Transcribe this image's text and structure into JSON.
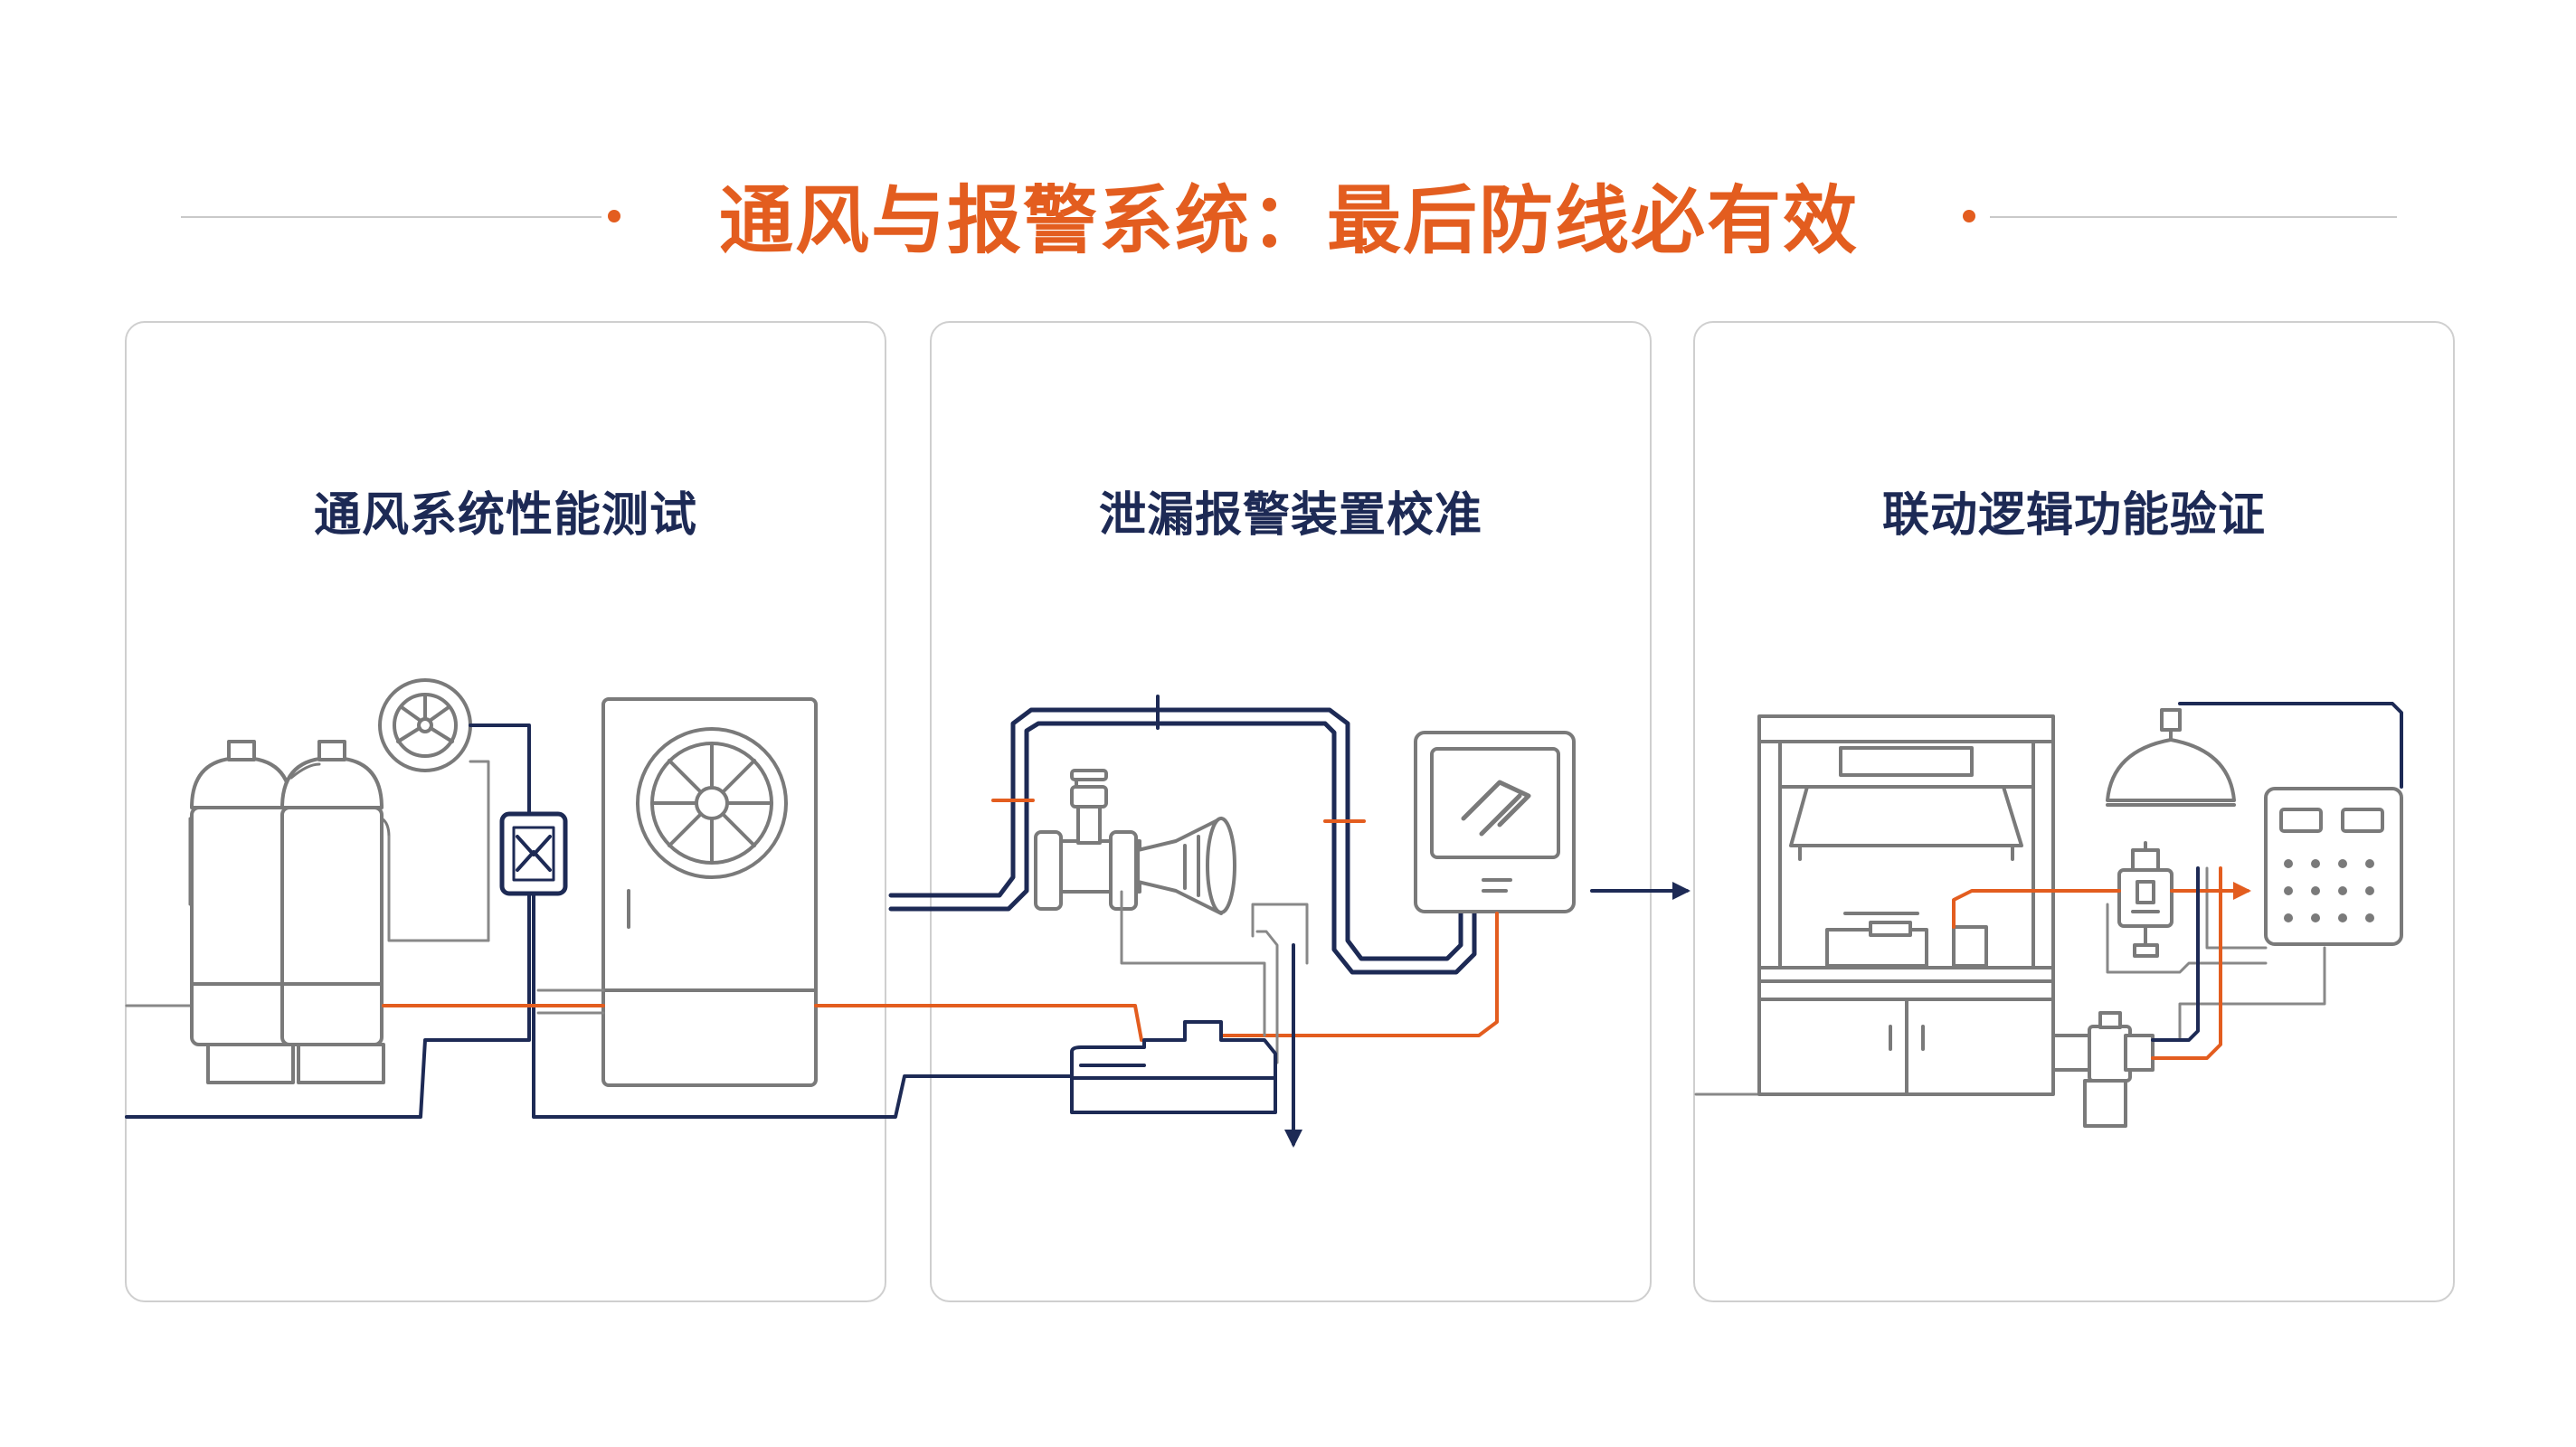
{
  "page": {
    "title": "通风与报警系统：最后防线必有效",
    "accent_color": "#e35d1f",
    "line_color": "#1d2a55"
  },
  "panels": [
    {
      "title": "通风系统性能测试",
      "icons": [
        "gas-cylinder-icon",
        "fan-icon",
        "controller-icon",
        "ventilation-cabinet-icon"
      ]
    },
    {
      "title": "泄漏报警装置校准",
      "icons": [
        "valve-icon",
        "alarm-horn-icon",
        "detector-panel-icon",
        "pump-icon"
      ]
    },
    {
      "title": "联动逻辑功能验证",
      "icons": [
        "fume-hood-icon",
        "lamp-icon",
        "solenoid-valve-icon",
        "control-box-icon"
      ]
    }
  ]
}
